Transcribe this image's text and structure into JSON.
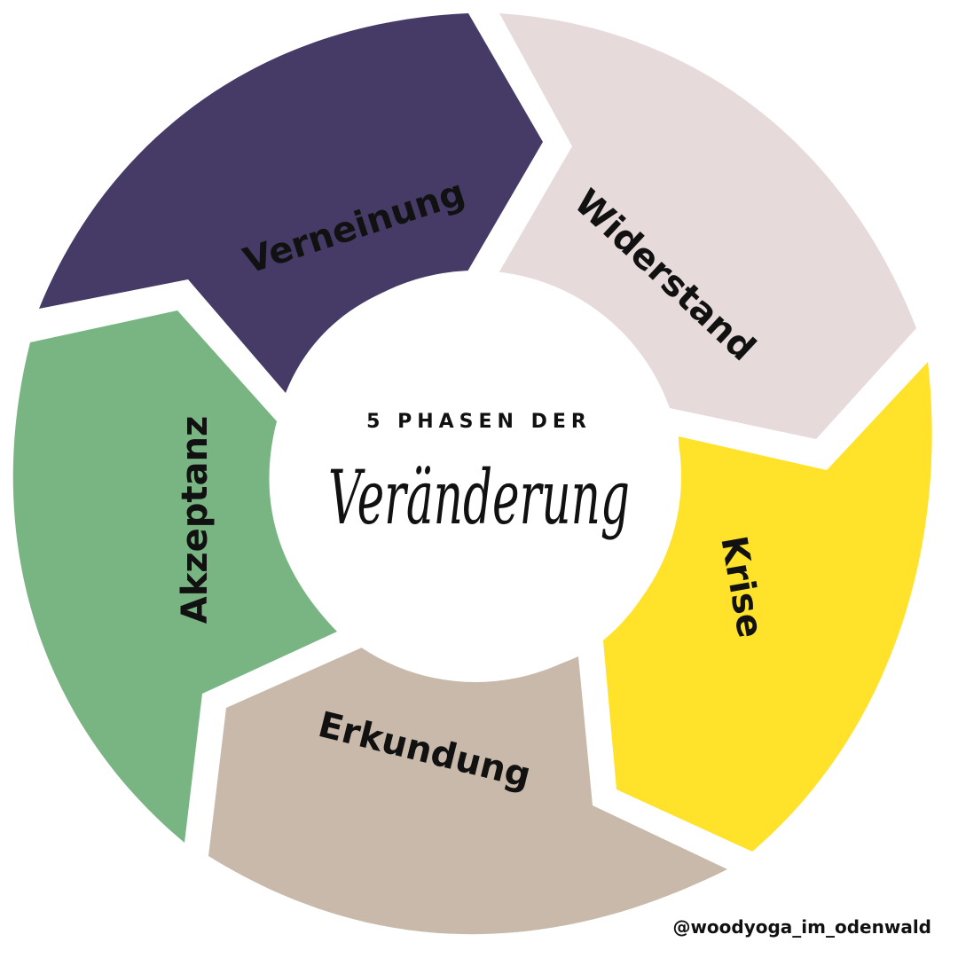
{
  "diagram": {
    "center": {
      "kicker": "5 PHASEN DER",
      "title": "Veränderung"
    },
    "phases": [
      {
        "label": "Verneinung",
        "color": "#463a66"
      },
      {
        "label": "Widerstand",
        "color": "#e6dadb"
      },
      {
        "label": "Krise",
        "color": "#ffe229"
      },
      {
        "label": "Erkundung",
        "color": "#c8b9aa"
      },
      {
        "label": "Akzeptanz",
        "color": "#79b583"
      }
    ],
    "handle": "@woodyoga_im_odenwald"
  }
}
